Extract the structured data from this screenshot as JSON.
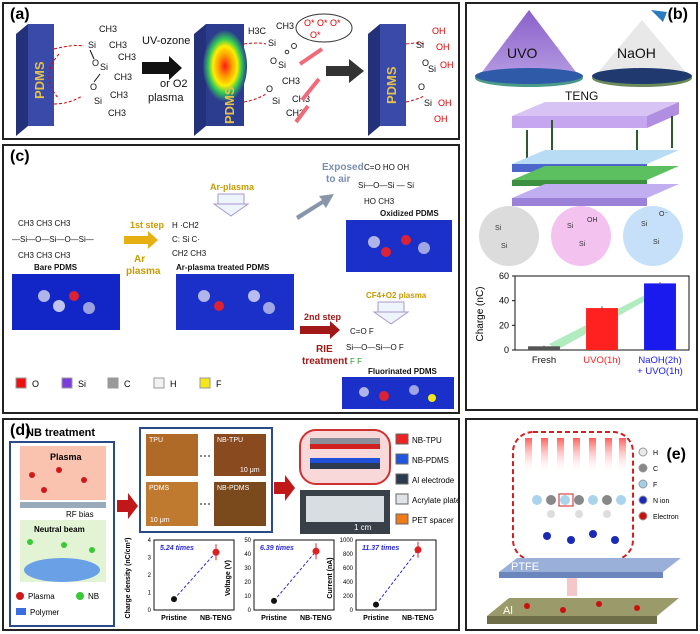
{
  "panels": {
    "a": {
      "label": "(a)",
      "substrate": "PDMS",
      "arrow_text": [
        "UV-ozone",
        "or O2",
        "plasma"
      ],
      "ozone_label": "O* O* O*",
      "si": "Si",
      "ch3": "CH3",
      "h3c": "H3C",
      "o": "O",
      "oh": "OH"
    },
    "b": {
      "label": "(b)",
      "uvo": "UVO",
      "naoh": "NaOH",
      "teng": "TENG",
      "chart_data": {
        "type": "bar",
        "categories": [
          "Fresh",
          "UVO(1h)",
          "NaOH(2h) + UVO(1h)"
        ],
        "values": [
          3,
          34,
          54
        ],
        "errors": [
          0.5,
          1.5,
          1
        ],
        "colors": [
          "#555555",
          "#ff2020",
          "#1a1aee"
        ],
        "ylabel": "Charge (nC)",
        "ylim": [
          0,
          60
        ],
        "yticks": [
          0,
          20,
          40,
          60
        ]
      }
    },
    "c": {
      "label": "(c)",
      "bare": "Bare PDMS",
      "step1": "1st step",
      "step1b": "Ar",
      "step1c": "plasma",
      "arplasma": "Ar-plasma",
      "ar_treated": "Ar-plasma treated PDMS",
      "exposed": [
        "Exposed",
        "to air"
      ],
      "oxidized": "Oxidized PDMS",
      "step2": "2nd step",
      "rie": "RIE",
      "treatment": "treatment",
      "cf4": "CF4+O2 plasma",
      "fluorinated": "Fluorinated PDMS",
      "legend": [
        {
          "label": "O",
          "color": "#ee1111"
        },
        {
          "label": "Si",
          "color": "#7a3ddd"
        },
        {
          "label": "C",
          "color": "#9a9a9a"
        },
        {
          "label": "H",
          "color": "#f2f2f2"
        },
        {
          "label": "F",
          "color": "#f5e61a"
        }
      ]
    },
    "d": {
      "label": "(d)",
      "nb_treatment": "NB treatment",
      "plasma": "Plasma",
      "rf_bias": "RF bias",
      "neutral_beam": "Neutral beam",
      "legend_plasma": "Plasma",
      "legend_nb": "NB",
      "legend_polymer": "Polymer",
      "img_tpu": "TPU",
      "img_nbtpu": "NB-TPU",
      "img_pdms": "PDMS",
      "img_nbpdms": "NB-PDMS",
      "scale": "10 μm",
      "scale_cm": "1 cm",
      "device_legend": [
        {
          "label": "NB-TPU",
          "color": "#ee2222"
        },
        {
          "label": "NB-PDMS",
          "color": "#2255dd"
        },
        {
          "label": "Al electrode",
          "color": "#2b3a4f"
        },
        {
          "label": "Acrylate plate",
          "color": "#e0e4e8"
        },
        {
          "label": "PET spacer",
          "color": "#f07a18"
        }
      ],
      "charts": [
        {
          "ylabel": "Charge density (nC/cm²)",
          "factor": "5.24 times",
          "ticks": [
            "0",
            "1",
            "2",
            "3",
            "4"
          ],
          "ymax": 4,
          "values": [
            0.62,
            3.3
          ],
          "x": [
            "Pristine",
            "NB-TENG"
          ]
        },
        {
          "ylabel": "Voltage (V)",
          "factor": "6.39 times",
          "ticks": [
            "0",
            "10",
            "20",
            "30",
            "40",
            "50"
          ],
          "ymax": 50,
          "values": [
            6.5,
            42
          ],
          "x": [
            "Pristine",
            "NB-TENG"
          ]
        },
        {
          "ylabel": "Current (nA)",
          "factor": "11.37 times",
          "ticks": [
            "0",
            "200",
            "400",
            "600",
            "800",
            "1000"
          ],
          "ymax": 1000,
          "values": [
            76,
            860
          ],
          "x": [
            "Pristine",
            "NB-TENG"
          ]
        }
      ]
    },
    "e": {
      "label": "(e)",
      "ptfe": "PTFE",
      "al": "Al",
      "legend": [
        {
          "label": "H",
          "color": "#e8e8e8"
        },
        {
          "label": "C",
          "color": "#888888"
        },
        {
          "label": "F",
          "color": "#9fd0e8"
        },
        {
          "label": "N ion",
          "color": "#1a2ab8"
        },
        {
          "label": "Electron",
          "color": "#cc1010"
        }
      ]
    }
  }
}
